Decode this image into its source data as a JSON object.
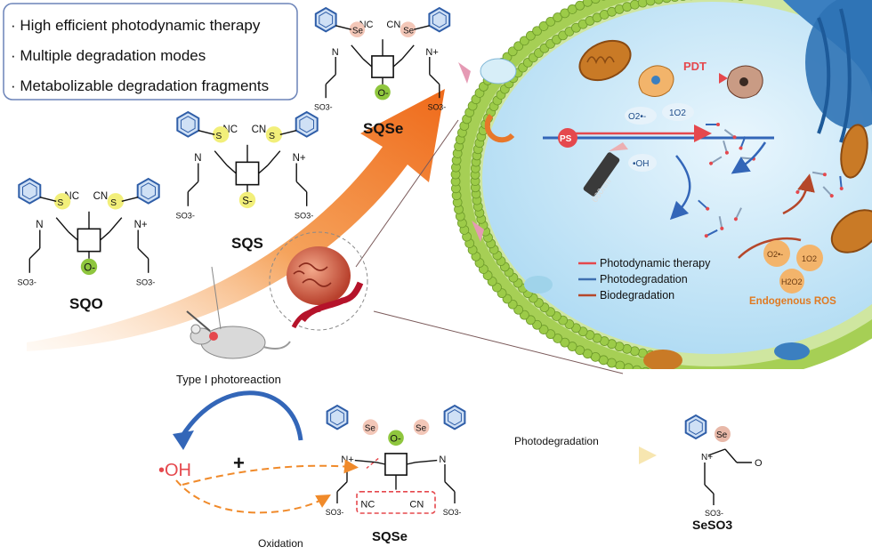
{
  "features": {
    "items": [
      "· High efficient photodynamic therapy",
      "· Multiple degradation modes",
      "· Metabolizable degradation fragments"
    ]
  },
  "molecules": {
    "sqo": "SQO",
    "sqs": "SQS",
    "sqse_top": "SQSe",
    "sqse_bottom": "SQSe",
    "sese": "SeSO3"
  },
  "atoms": {
    "N": "N",
    "Nplus": "N+",
    "S": "S",
    "Se": "Se",
    "NC": "NC",
    "CN": "CN",
    "Ominus": "O-",
    "Sminus": "S-",
    "SO3": "SO3-",
    "O": "O"
  },
  "cell": {
    "pdt": "PDT",
    "ps": "PS",
    "laser": "660nm",
    "o2_superoxide": "O2•-",
    "singlet_oxygen": "1O2",
    "hydroxyl": "•OH",
    "h2o2": "H2O2",
    "endogenous_ros": "Endogenous ROS"
  },
  "legend": {
    "items": [
      {
        "label": "Photodynamic therapy",
        "color": "#e5484d"
      },
      {
        "label": "Photodegradation",
        "color": "#3e6fb0"
      },
      {
        "label": "Biodegradation",
        "color": "#b5472a"
      }
    ]
  },
  "reaction": {
    "type1": "Type I photoreaction",
    "oh_radical": "•OH",
    "plus": "+",
    "photodegradation": "Photodegradation",
    "oxidation": "Oxidation"
  },
  "colors": {
    "accent_orange": "#f07a2a",
    "ring_blue": "#2f5ea8",
    "cell_blue": "#bfe3f7",
    "membrane_green": "#8fc63e",
    "radical_red": "#e5484d",
    "pathway_blue": "#3366b8"
  }
}
